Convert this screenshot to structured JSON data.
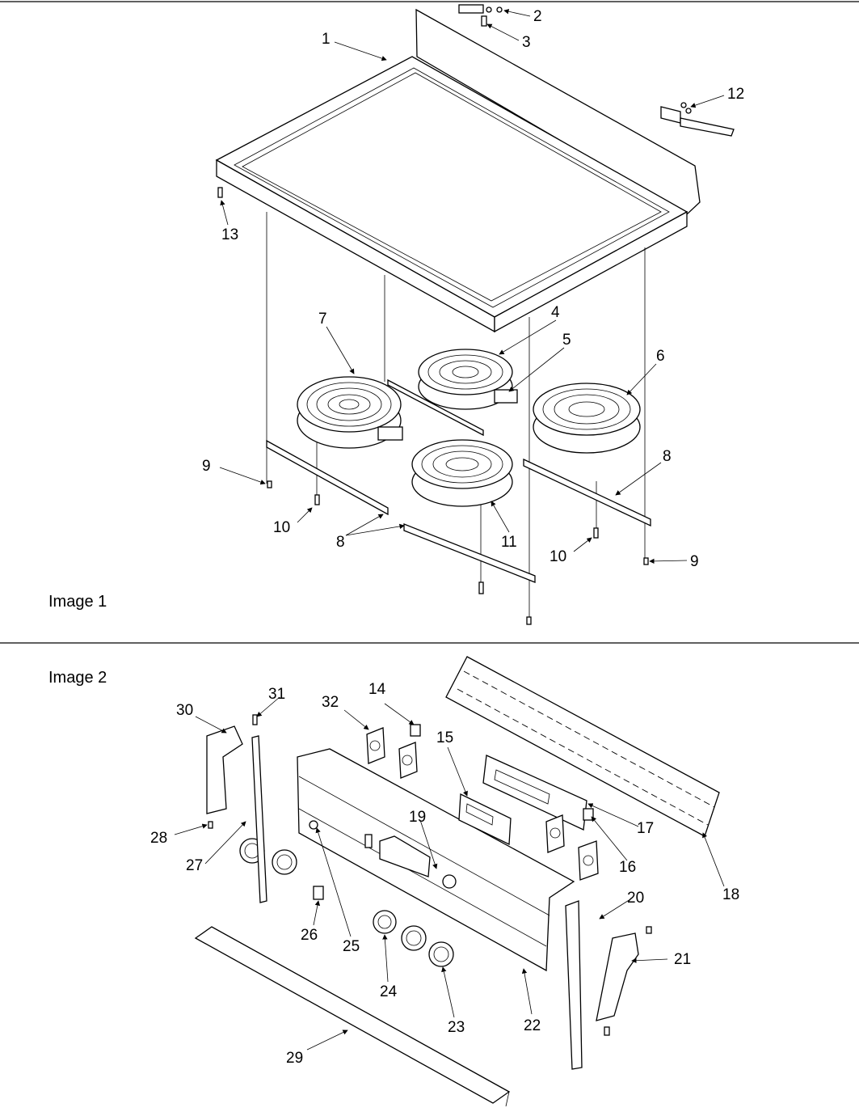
{
  "images": [
    {
      "caption": "Image 1"
    },
    {
      "caption": "Image 2"
    }
  ],
  "callouts": {
    "c1": "1",
    "c2": "2",
    "c3": "3",
    "c4": "4",
    "c5": "5",
    "c6": "6",
    "c7": "7",
    "c8a": "8",
    "c8b": "8",
    "c9a": "9",
    "c9b": "9",
    "c10a": "10",
    "c10b": "10",
    "c11": "11",
    "c12": "12",
    "c13": "13",
    "c14": "14",
    "c15": "15",
    "c16": "16",
    "c17": "17",
    "c18": "18",
    "c19": "19",
    "c20": "20",
    "c21": "21",
    "c22": "22",
    "c23": "23",
    "c24": "24",
    "c25": "25",
    "c26": "26",
    "c27": "27",
    "c28": "28",
    "c29": "29",
    "c30": "30",
    "c31": "31",
    "c32": "32"
  }
}
